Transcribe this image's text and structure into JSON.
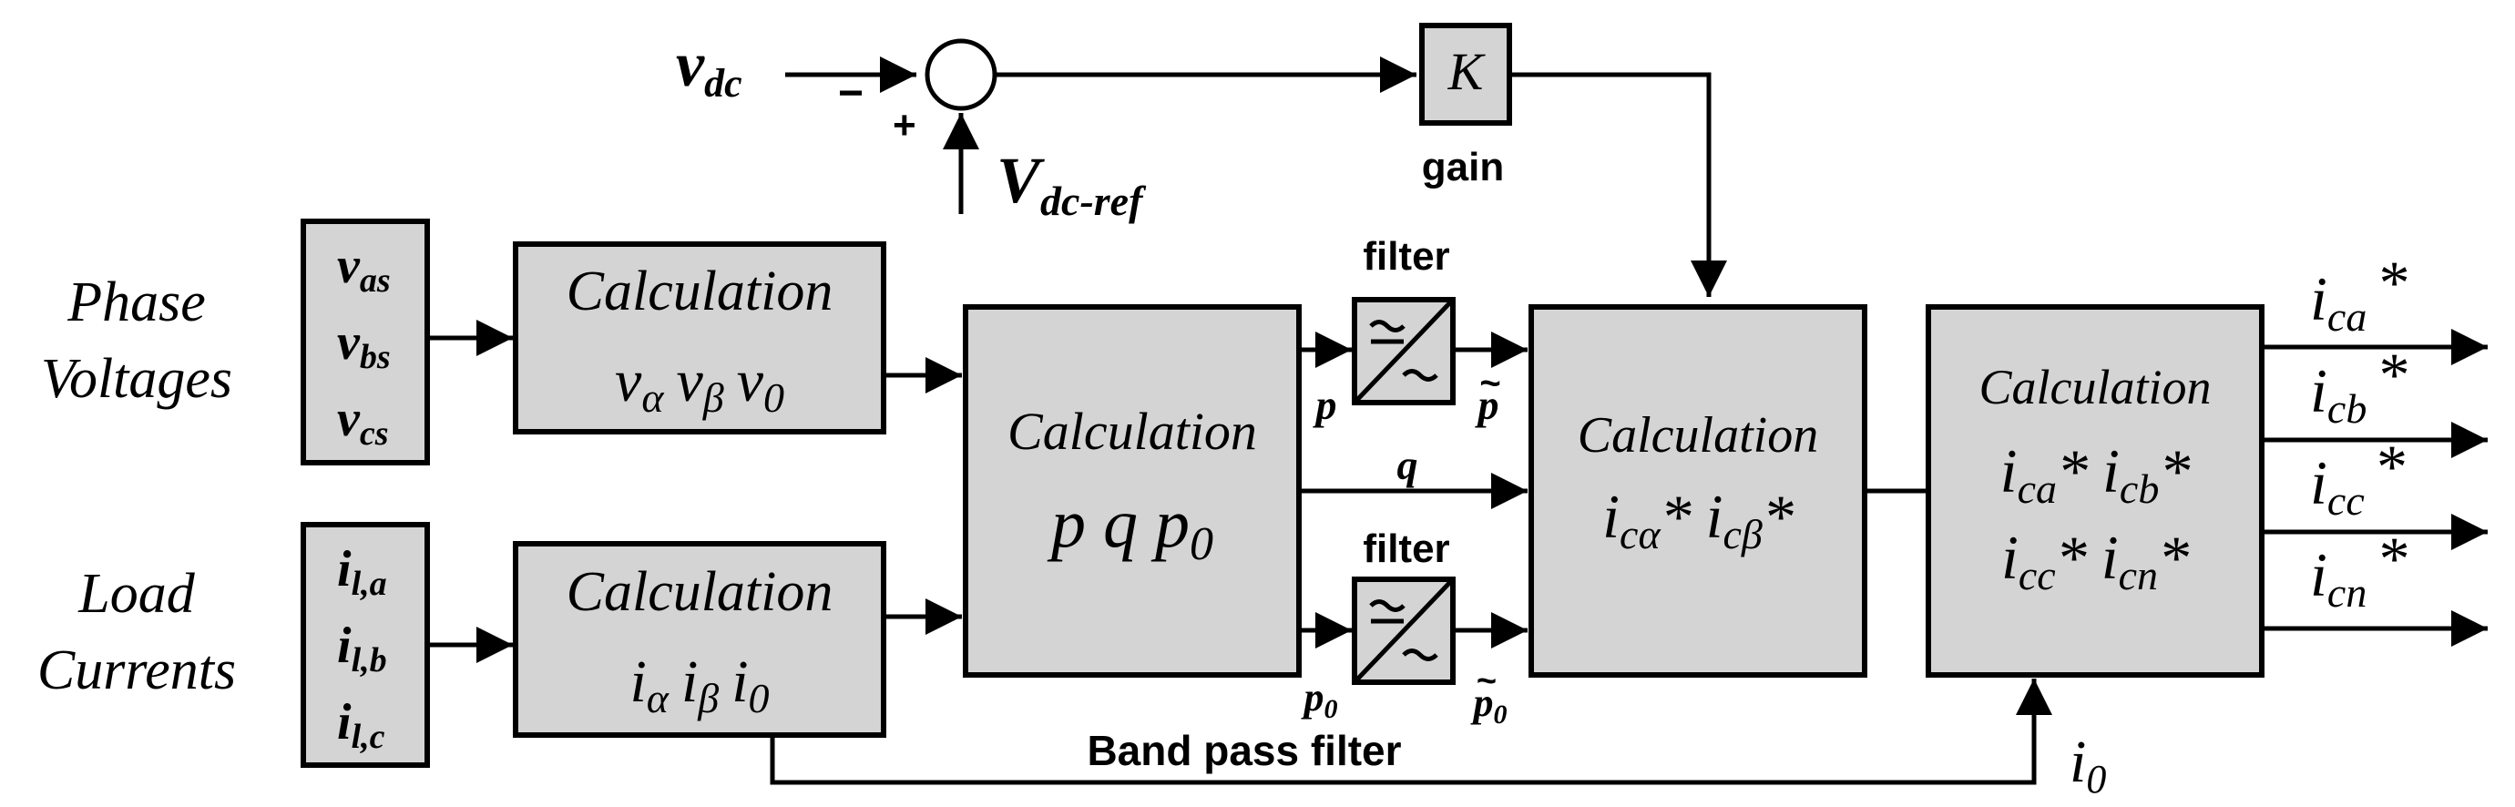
{
  "top_loop": {
    "vdc": "v",
    "vdc_sub": "dc",
    "minus": "−",
    "plus": "+",
    "vref": "V",
    "vref_sub": "dc-ref",
    "gain_symbol": "K",
    "gain_label": "gain"
  },
  "inputs": {
    "phase_line1": "Phase",
    "phase_line2": "Voltages",
    "load_line1": "Load",
    "load_line2": "Currents",
    "voltages": [
      {
        "base": "v",
        "sub": "as"
      },
      {
        "base": "v",
        "sub": "bs"
      },
      {
        "base": "v",
        "sub": "cs"
      }
    ],
    "currents": [
      {
        "base": "i",
        "sub": "l,a"
      },
      {
        "base": "i",
        "sub": "l,b"
      },
      {
        "base": "i",
        "sub": "l,c"
      }
    ]
  },
  "blocks": {
    "calc_label": "Calculation",
    "v_transform": [
      "v",
      "α",
      "v",
      "β",
      "v",
      "0"
    ],
    "i_transform": [
      "i",
      "α",
      "i",
      "β",
      "i",
      "0"
    ],
    "pq": [
      "p q p",
      "0"
    ],
    "ic_ab": [
      "i",
      "cα",
      "*",
      "i",
      "cβ",
      "*"
    ],
    "ic_all": [
      "i",
      "ca",
      "*",
      "i",
      "cb",
      "*",
      "i",
      "cc",
      "*",
      "i",
      "cn",
      "*"
    ]
  },
  "filters": {
    "upper_label": "filter",
    "lower_label": "filter",
    "band_label": "Band pass filter"
  },
  "signals": {
    "p": "p",
    "p_tilde": "p",
    "tilde": "~",
    "q": "q",
    "p0": "p",
    "p0_sub": "0",
    "p0_tilde": "p",
    "p0_tilde_sub": "0",
    "i0": "i",
    "i0_sub": "0"
  },
  "outputs": [
    {
      "base": "i",
      "sub": "ca",
      "star": "*"
    },
    {
      "base": "i",
      "sub": "cb",
      "star": "*"
    },
    {
      "base": "i",
      "sub": "cc",
      "star": "*"
    },
    {
      "base": "i",
      "sub": "cn",
      "star": "*"
    }
  ]
}
